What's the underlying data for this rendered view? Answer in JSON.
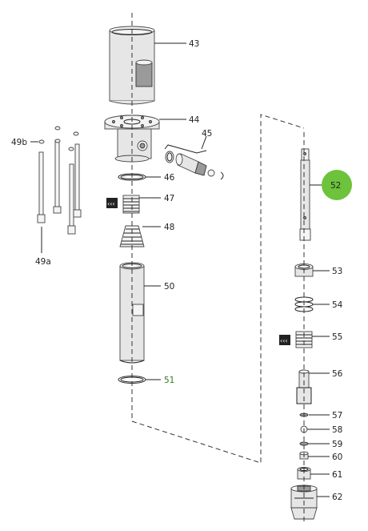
{
  "callouts": {
    "c43": "43",
    "c44": "44",
    "c45": "45",
    "c46": "46",
    "c47": "47",
    "c48": "48",
    "c49a": "49a",
    "c49b": "49b",
    "c50": "50",
    "c51": "51",
    "c52": "52",
    "c53": "53",
    "c54": "54",
    "c55": "55",
    "c56": "56",
    "c57": "57",
    "c58": "58",
    "c59": "59",
    "c60": "60",
    "c61": "61",
    "c62": "62"
  },
  "colors": {
    "highlight_fill": "#6dc33b",
    "highlight_text": "#1a1a1a",
    "lead_text_green": "#2f7d1f"
  }
}
